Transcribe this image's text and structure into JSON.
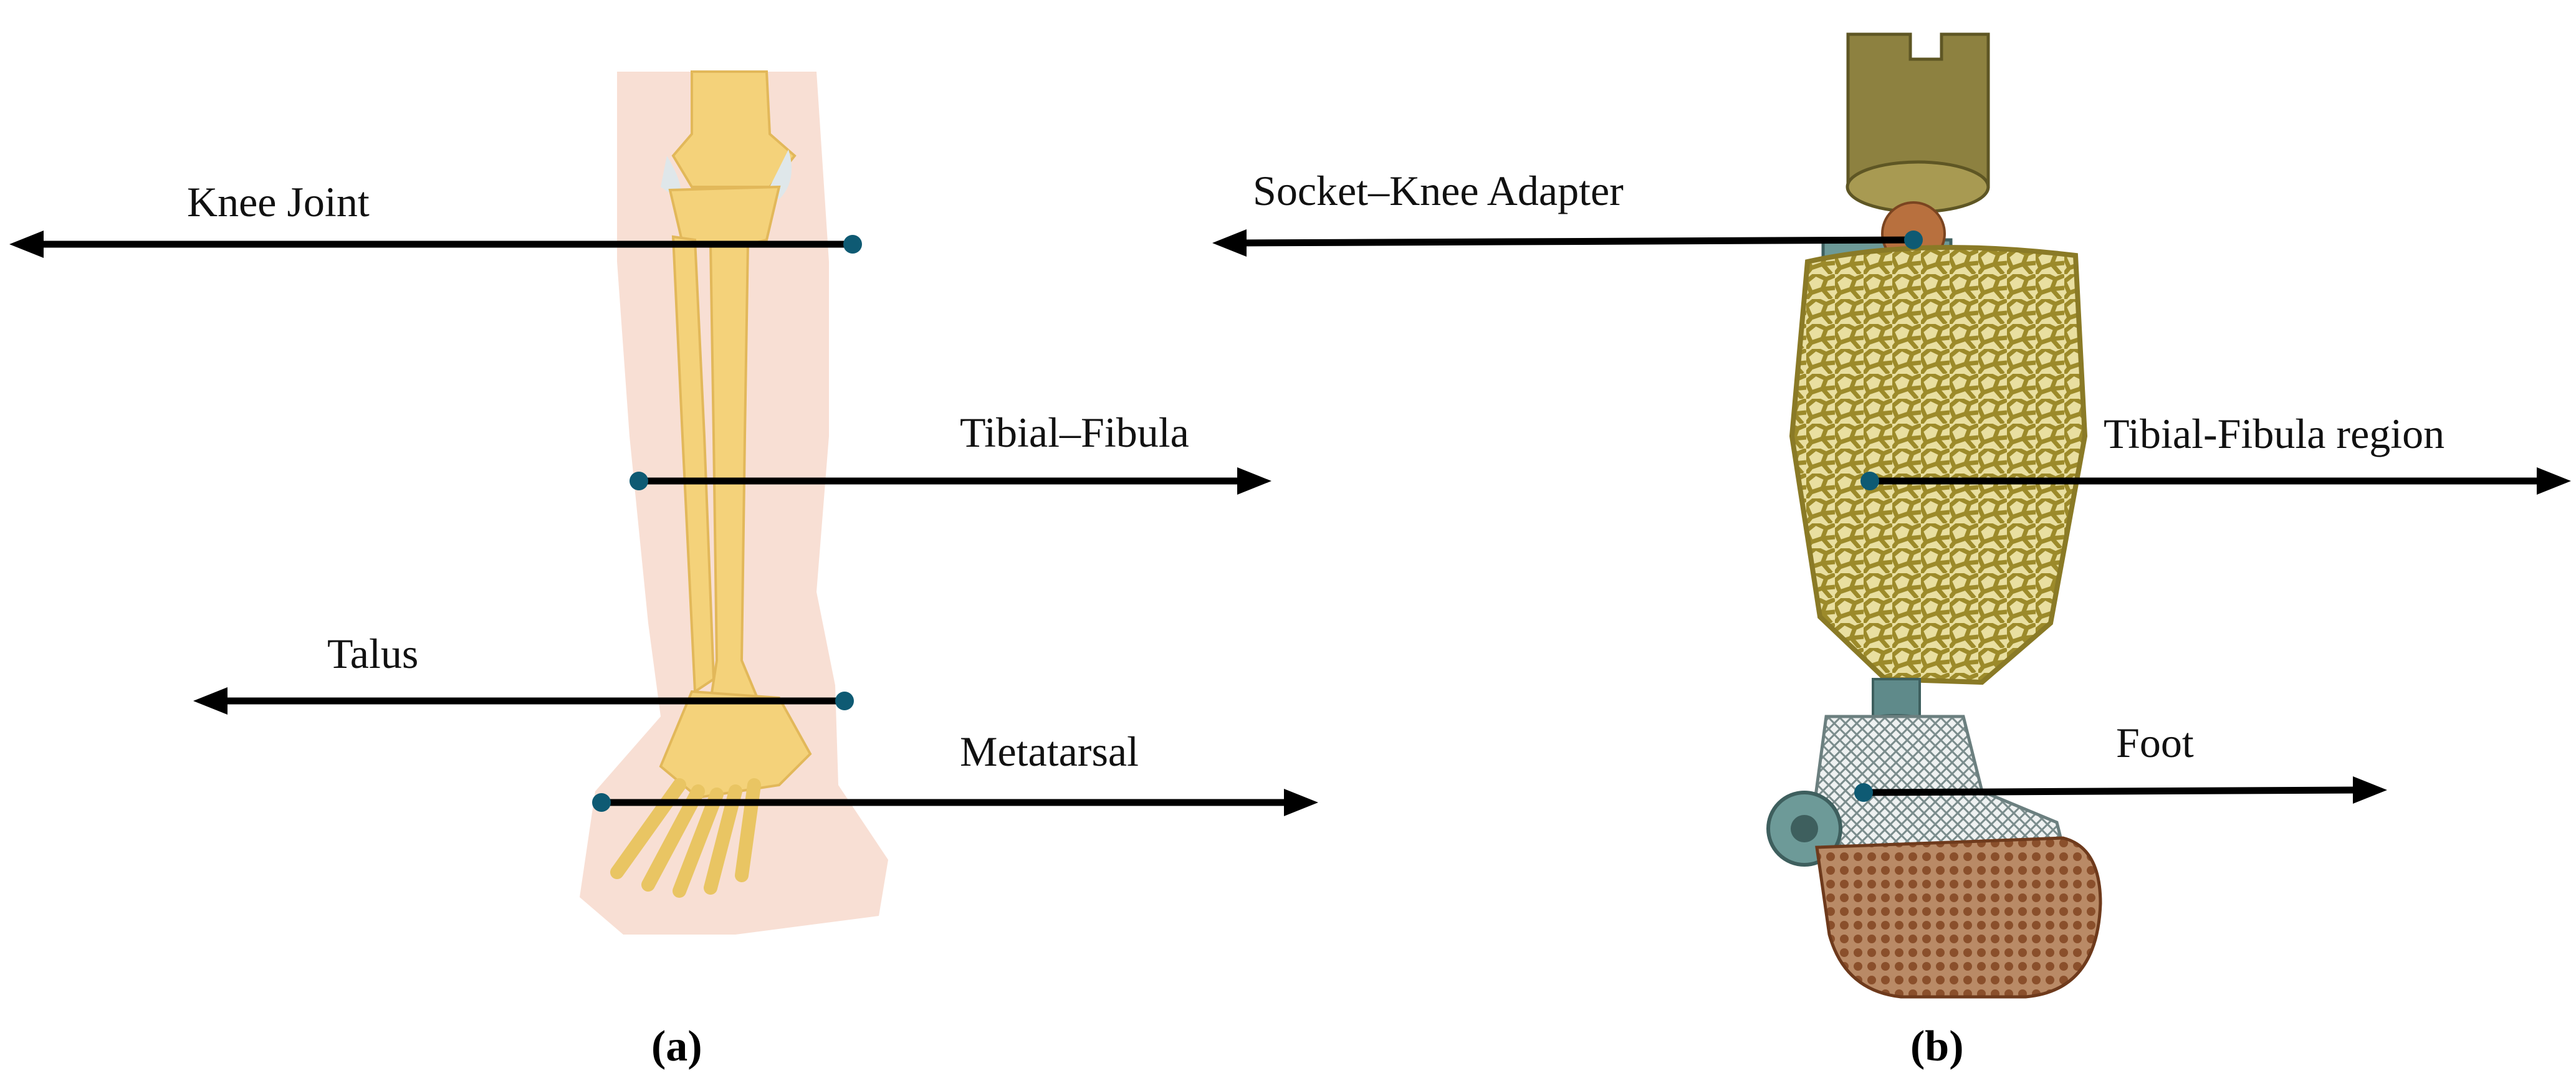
{
  "panels": [
    {
      "id": "a",
      "caption": "(a)",
      "subject": "human lower leg anatomy",
      "labels": [
        {
          "key": "knee",
          "text": "Knee Joint",
          "arrow_direction": "left"
        },
        {
          "key": "tibfib",
          "text": "Tibial–Fibula",
          "arrow_direction": "right"
        },
        {
          "key": "talus",
          "text": "Talus",
          "arrow_direction": "left"
        },
        {
          "key": "metatarsal",
          "text": "Metatarsal",
          "arrow_direction": "right"
        }
      ]
    },
    {
      "id": "b",
      "caption": "(b)",
      "subject": "lattice prosthetic leg",
      "labels": [
        {
          "key": "socket",
          "text": "Socket–Knee Adapter",
          "arrow_direction": "left"
        },
        {
          "key": "tibfib",
          "text": "Tibial-Fibula region",
          "arrow_direction": "right"
        },
        {
          "key": "foot",
          "text": "Foot",
          "arrow_direction": "right"
        }
      ]
    }
  ],
  "colors": {
    "arrow": "#000000",
    "anchor_dot": "#0e5a73",
    "skin": "#f7d9cc",
    "bone": "#f4d27a",
    "lattice": "#b5a23e",
    "socket": "#8d8140",
    "foot_pad": "#a7704a",
    "metal": "#5f8a8a"
  }
}
